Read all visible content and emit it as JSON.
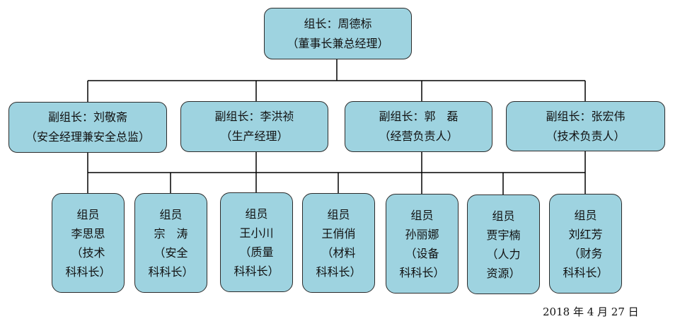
{
  "leader": {
    "line1": "组长：周德标",
    "line2": "（董事长兼总经理）"
  },
  "deputies": [
    {
      "line1": "副组长：刘敬斋",
      "line2": "（安全经理兼安全总监）"
    },
    {
      "line1": "副组长：李洪祯",
      "line2": "（生产经理）"
    },
    {
      "line1": "副组长：郭　磊",
      "line2": "（经营负责人）"
    },
    {
      "line1": "副组长：张宏伟",
      "line2": "（技术负责人）"
    }
  ],
  "members": [
    {
      "lines": [
        "组员",
        "李思思",
        "（技术",
        "科科长）"
      ]
    },
    {
      "lines": [
        "组员",
        "宗　涛",
        "（安全",
        "科科长）"
      ]
    },
    {
      "lines": [
        "组员",
        "王小川",
        "（质量",
        "科科长）"
      ]
    },
    {
      "lines": [
        "组员",
        "王俏俏",
        "（材料",
        "科科长）"
      ]
    },
    {
      "lines": [
        "组员",
        "孙丽娜",
        "（设备",
        "科科长）"
      ]
    },
    {
      "lines": [
        "组员",
        "贾宇楠",
        "（人力",
        "资源）"
      ]
    },
    {
      "lines": [
        "组员",
        "刘红芳",
        "（财务",
        "科科长）"
      ]
    }
  ],
  "date": "2018 年 4 月 27 日"
}
